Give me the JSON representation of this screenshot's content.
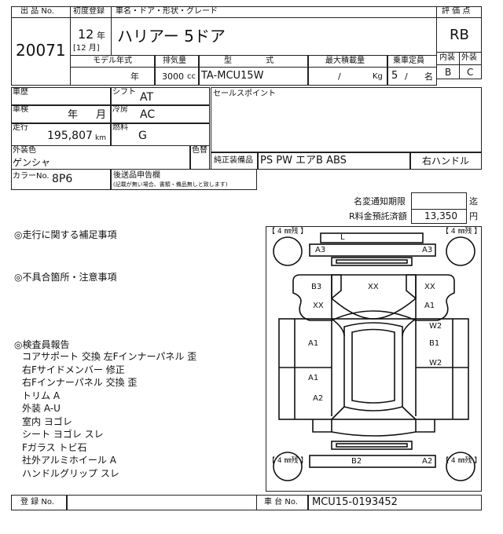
{
  "header": {
    "lot_label": "出 品 No.",
    "lot_no": "20071",
    "first_reg_label": "初度登録",
    "first_reg_year": "12",
    "first_reg_year_unit": "年",
    "first_reg_month_bracket": "[12 月]",
    "name_label": "車名・ドア・形状・グレード",
    "vehicle_name": "ハリアー 5ドア",
    "score_label": "評 価 点",
    "score": "RB",
    "interior_label": "内装",
    "exterior_label": "外装",
    "interior_score": "B",
    "exterior_score": "C"
  },
  "spec": {
    "model_year_label": "モデル年式",
    "model_year_unit": "年",
    "displacement_label": "排気量",
    "displacement": "3000",
    "displacement_unit": "cc",
    "type_label": "型 式",
    "type": "TA-MCU15W",
    "max_load_label": "最大積載量",
    "max_load_slash": "/",
    "max_load_unit": "Kg",
    "capacity_label": "乗車定員",
    "capacity": "5",
    "capacity_slash": "/",
    "capacity_unit": "名"
  },
  "details": {
    "history_label": "車歴",
    "shift_label": "シフト",
    "shift": "AT",
    "inspection_label": "車検",
    "inspection_year": "年",
    "inspection_month": "月",
    "ac_label": "冷房",
    "ac": "AC",
    "mileage_label": "走行",
    "mileage": "195,807",
    "mileage_unit": "km",
    "fuel_label": "燃料",
    "fuel": "G",
    "ext_color_label": "外装色",
    "ext_color": "ゲンシャ",
    "color_change_label": "色替",
    "color_no_label": "カラーNo.",
    "color_no": "8P6",
    "docs_label": "後送品申告欄",
    "docs_note": "(記載が無い場合、書類・備品無しと致します)",
    "sales_point_label": "セールスポイント",
    "equipment_label": "純正装備品",
    "equipment": "PS PW エアB ABS",
    "steering": "右ハンドル"
  },
  "fees": {
    "name_change_label": "名変通知期限",
    "name_change_unit": "迄",
    "recycle_label": "R料金預託済額",
    "recycle_amount": "13,350",
    "recycle_unit": "円"
  },
  "remarks": {
    "driving_title": "◎走行に関する補足事項",
    "defects_title": "◎不具合箇所・注意事項",
    "inspector_title": "◎検査員報告",
    "lines": [
      "コアサポート 交換  左Fインナーパネル 歪",
      "右Fサイドメンバー 修正",
      "右Fインナーパネル 交換 歪",
      "トリム A",
      "外装 A-U",
      "室内 ヨゴレ",
      "シート ヨゴレ スレ",
      "Fガラス トビ石",
      "社外アルミホイール A",
      "ハンドルグリップ スレ"
    ]
  },
  "diagram": {
    "tire_fl": "【 4 ㎜残 】",
    "tire_fr": "【 4 ㎜残 】",
    "tire_rl": "【 4 ㎜残 】",
    "tire_rr": "【 4 ㎜残 】",
    "marks": {
      "front_top": "L",
      "front_bumper_left": "A3",
      "front_bumper_right": "A3",
      "fender_fl_upper": "B3",
      "fender_fl_lower": "XX",
      "hood": "XX",
      "fender_fr_upper": "XX",
      "fender_fr_lower": "A1",
      "door_fl": "A1",
      "door_fr_upper": "W2",
      "door_fr": "B1",
      "door_rr": "W2",
      "door_rl": "A1",
      "quarter_rl": "A2",
      "rear_bumper_center": "B2",
      "rear_bumper_right": "A2"
    }
  },
  "footer": {
    "reg_no_label": "登 録 No.",
    "chassis_label": "車 台 No.",
    "chassis_no": "MCU15-0193452"
  }
}
